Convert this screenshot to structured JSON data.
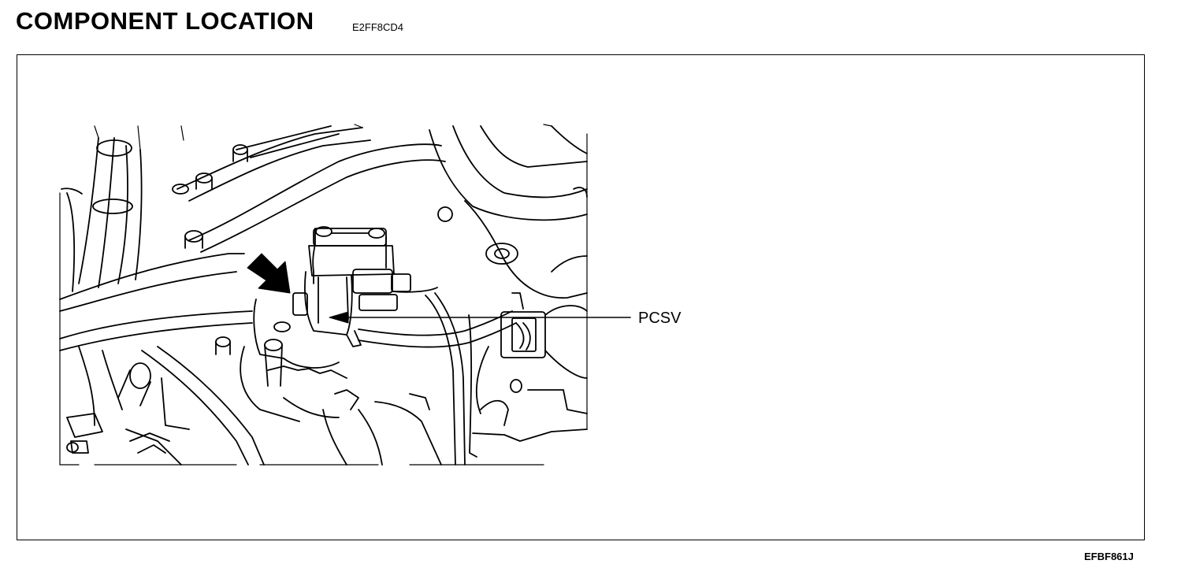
{
  "header": {
    "title": "COMPONENT LOCATION",
    "code": "E2FF8CD4"
  },
  "figure": {
    "callout_label": "PCSV",
    "figure_code": "EFBF861J",
    "colors": {
      "line": "#000000",
      "background": "#ffffff"
    }
  }
}
